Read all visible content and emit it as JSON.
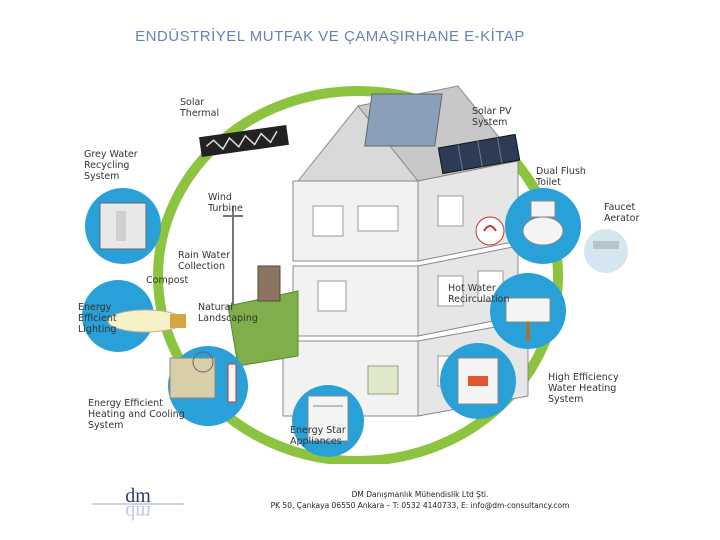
{
  "title": "ENDÜSTRİYEL MUTFAK VE ÇAMAŞIRHANE E-KİTAP",
  "diagram": {
    "labels": {
      "solar_thermal": "Solar\nThermal",
      "solar_pv": "Solar PV\nSystem",
      "grey_water": "Grey Water\nRecycling\nSystem",
      "dual_flush": "Dual Flush\nToilet",
      "faucet": "Faucet\nAerator",
      "wind": "Wind\nTurbine",
      "rain": "Rain Water\nCollection",
      "compost": "Compost",
      "landscaping": "Natural\nLandscaping",
      "lighting": "Energy\nEfficient\nLighting",
      "hot_water": "Hot Water\nRecirculation",
      "heating": "Energy Efficient\nHeating and Cooling\nSystem",
      "appliances": "Energy Star\nAppliances",
      "water_heating": "High Efficiency\nWater Heating\nSystem"
    }
  },
  "footer": {
    "company": "DM Danışmanlık Mühendislik Ltd Şti.",
    "address": "PK 50, Çankaya 06550 Ankara – T: 0532 4140733, E: info@dm-consultancy.com",
    "logo_text": "dm",
    "colors": {
      "logo": "#2b3b6e"
    }
  },
  "colors": {
    "title": "#6a7fb2",
    "ring": "#8cc43f",
    "icon_circle": "#2aa0d8",
    "roof": "#c8c8c8"
  }
}
